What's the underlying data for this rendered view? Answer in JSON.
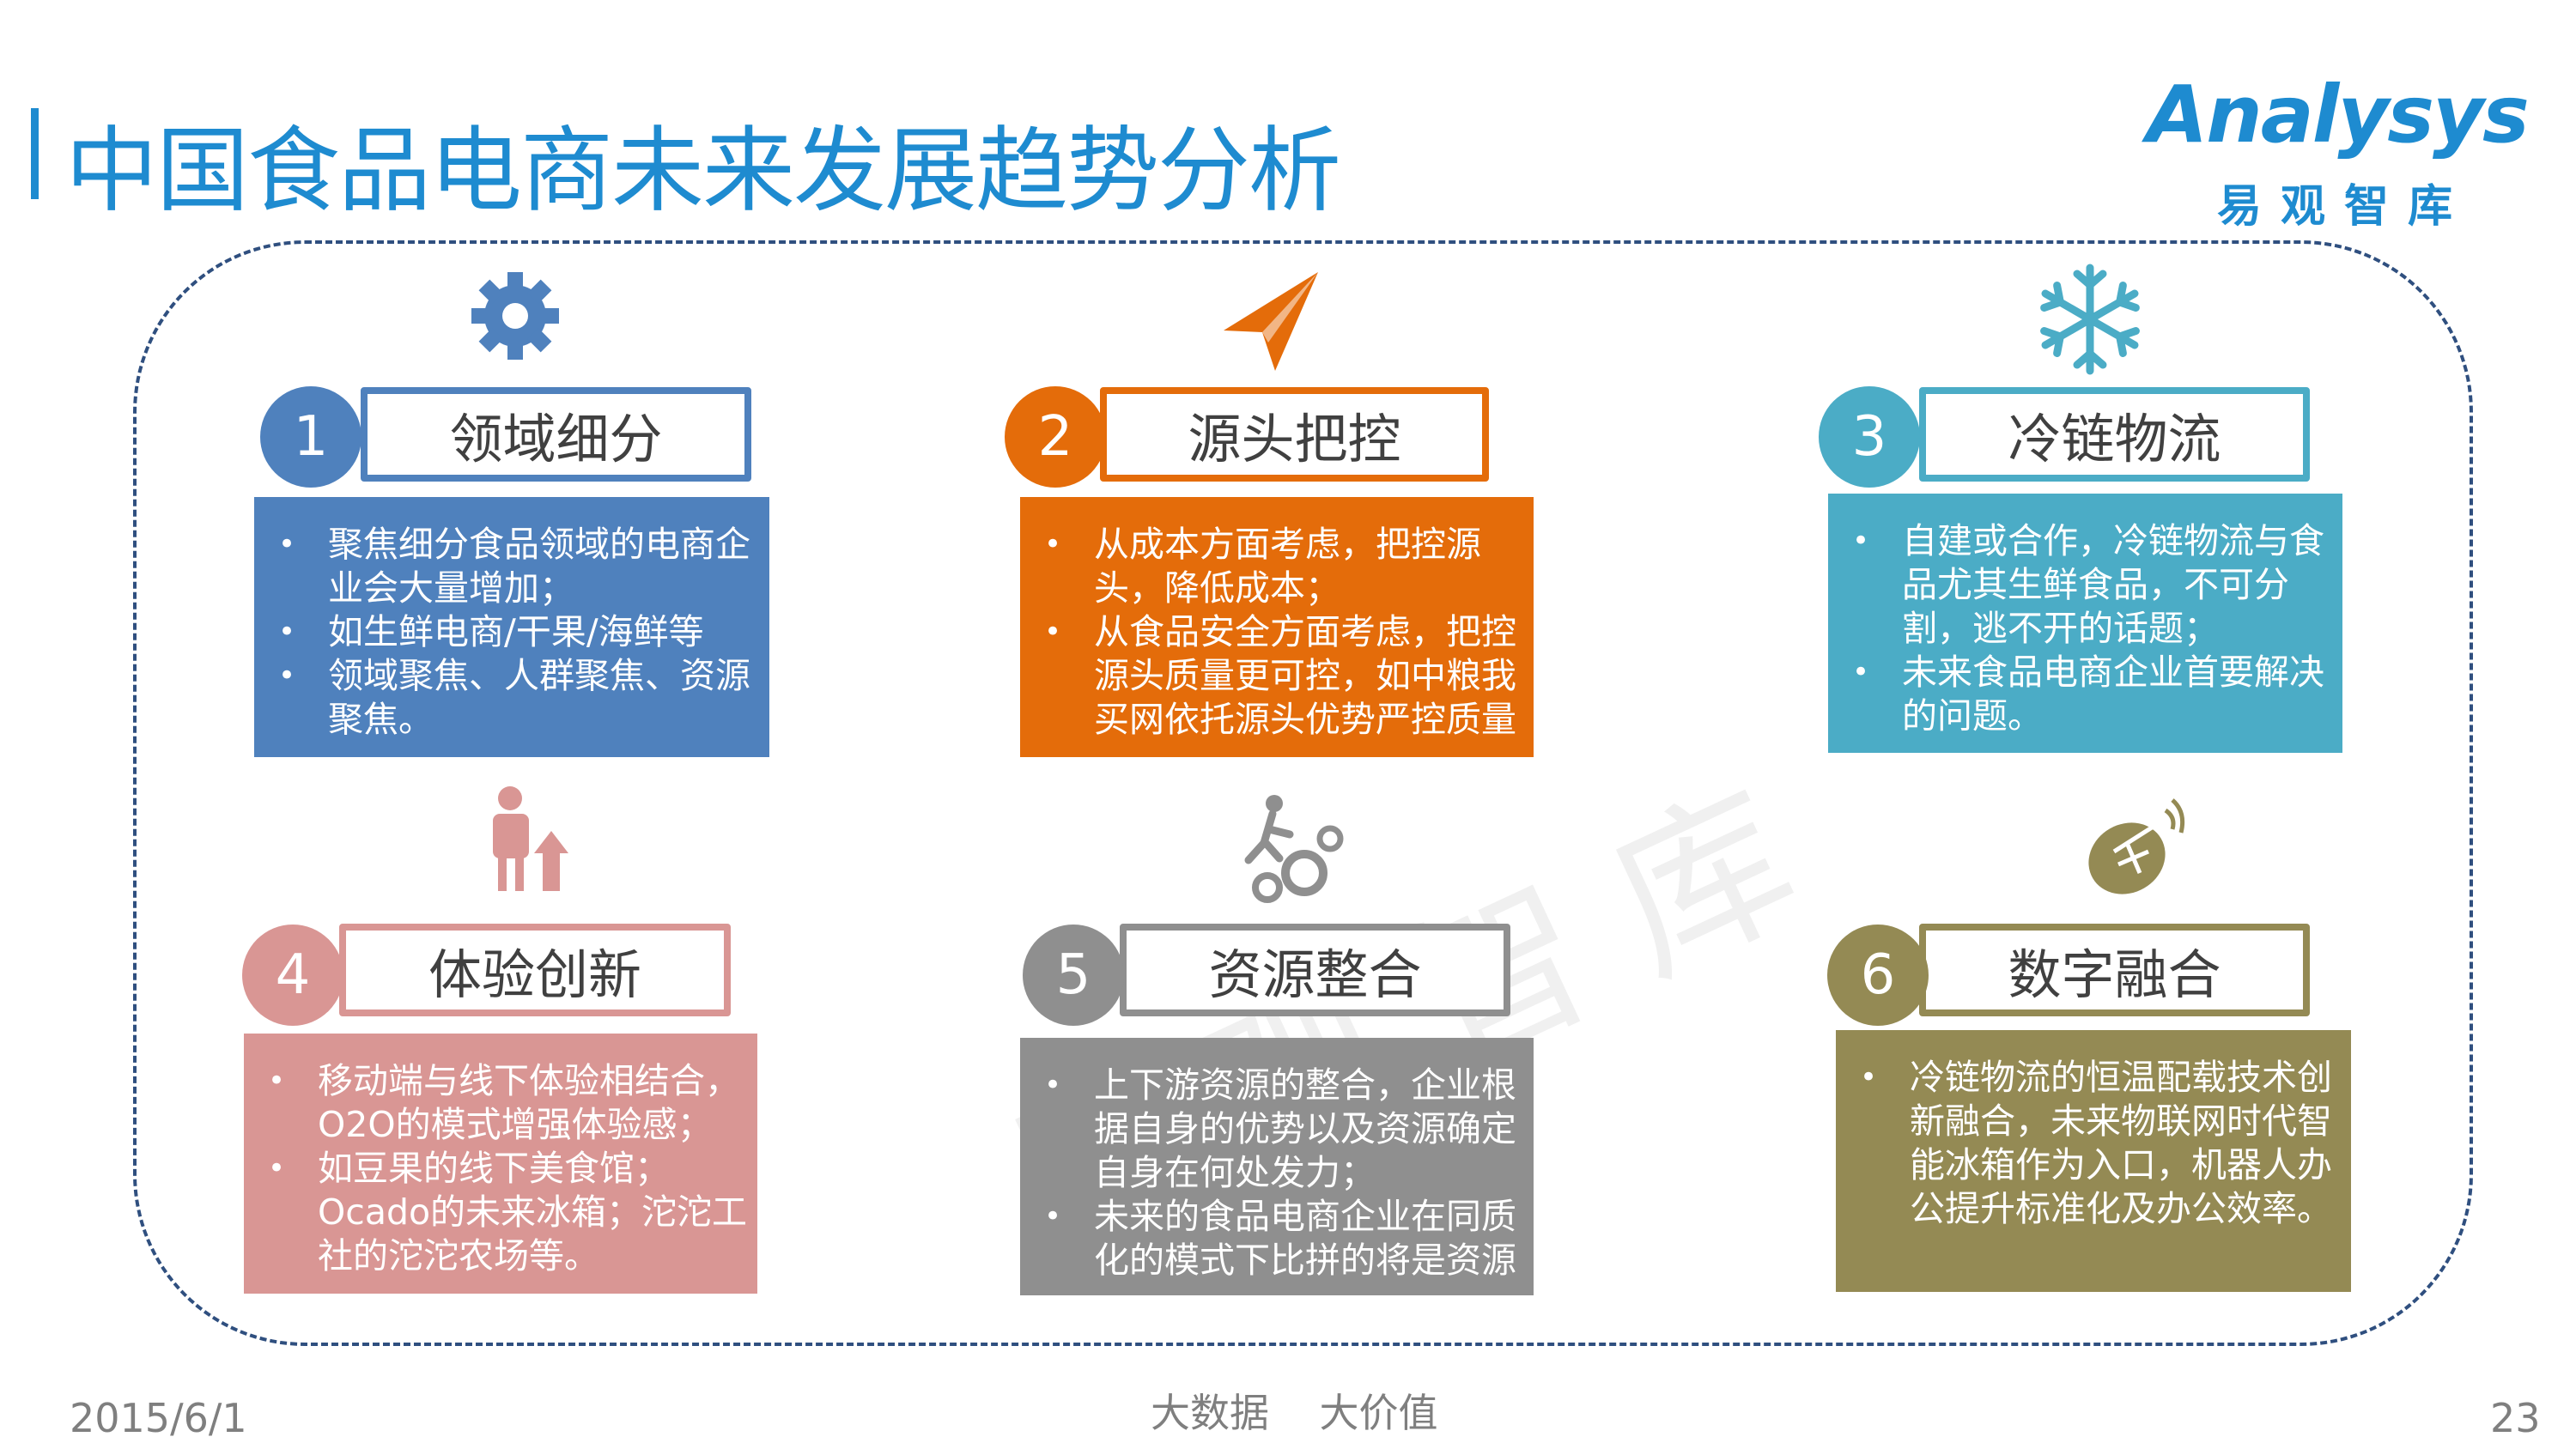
{
  "header": {
    "title": "中国食品电商未来发展趋势分析"
  },
  "logo": {
    "en": "Analysys",
    "cn": "易观智库"
  },
  "watermark": "易观智库",
  "cards": [
    {
      "number": "1",
      "title": "领域细分",
      "icon": "gear-icon",
      "color": "#4f81bd",
      "bullets": [
        "聚焦细分食品领域的电商企业会大量增加；",
        "如生鲜电商/干果/海鲜等",
        "领域聚焦、人群聚焦、资源聚焦。"
      ]
    },
    {
      "number": "2",
      "title": "源头把控",
      "icon": "paper-plane-icon",
      "color": "#e46c0a",
      "bullets": [
        "从成本方面考虑，把控源头，降低成本；",
        "从食品安全方面考虑，把控源头质量更可控，如中粮我买网依托源头优势严控质量"
      ]
    },
    {
      "number": "3",
      "title": "冷链物流",
      "icon": "snowflake-icon",
      "color": "#4bacc6",
      "bullets": [
        "自建或合作，冷链物流与食品尤其生鲜食品，不可分割，逃不开的话题；",
        "未来食品电商企业首要解决的问题。"
      ]
    },
    {
      "number": "4",
      "title": "体验创新",
      "icon": "businessman-arrow-icon",
      "color": "#d99694",
      "bullets": [
        "移动端与线下体验相结合，O2O的模式增强体验感；",
        "如豆果的线下美食馆；Ocado的未来冰箱；沱沱工社的沱沱农场等。"
      ]
    },
    {
      "number": "5",
      "title": "资源整合",
      "icon": "runner-gears-icon",
      "color": "#8f8f8f",
      "bullets": [
        "上下游资源的整合，企业根据自身的优势以及资源确定自身在何处发力；",
        "未来的食品电商企业在同质化的模式下比拼的将是资源"
      ]
    },
    {
      "number": "6",
      "title": "数字融合",
      "icon": "satellite-dish-icon",
      "color": "#948a54",
      "bullets": [
        "冷链物流的恒温配载技术创新融合，未来物联网时代智能冰箱作为入口，机器人办公提升标准化及办公效率。"
      ]
    }
  ],
  "footer": {
    "date": "2015/6/1",
    "slogan": "大数据    大价值",
    "page": "23"
  }
}
